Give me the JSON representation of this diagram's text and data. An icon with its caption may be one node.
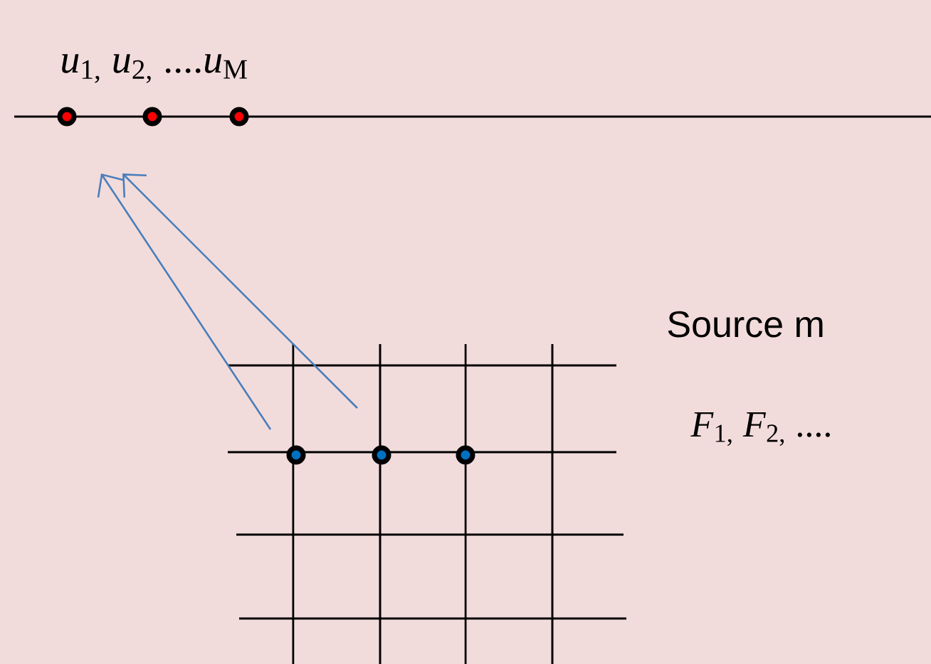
{
  "diagram": {
    "labels": [
      "*u*$_{1,}$ *u*$_{2,}$ ....*u*$_{M}$",
      "Source m",
      "*F*$_{1,}$ *F*$_{2,}$ ...."
    ]
  }
}
